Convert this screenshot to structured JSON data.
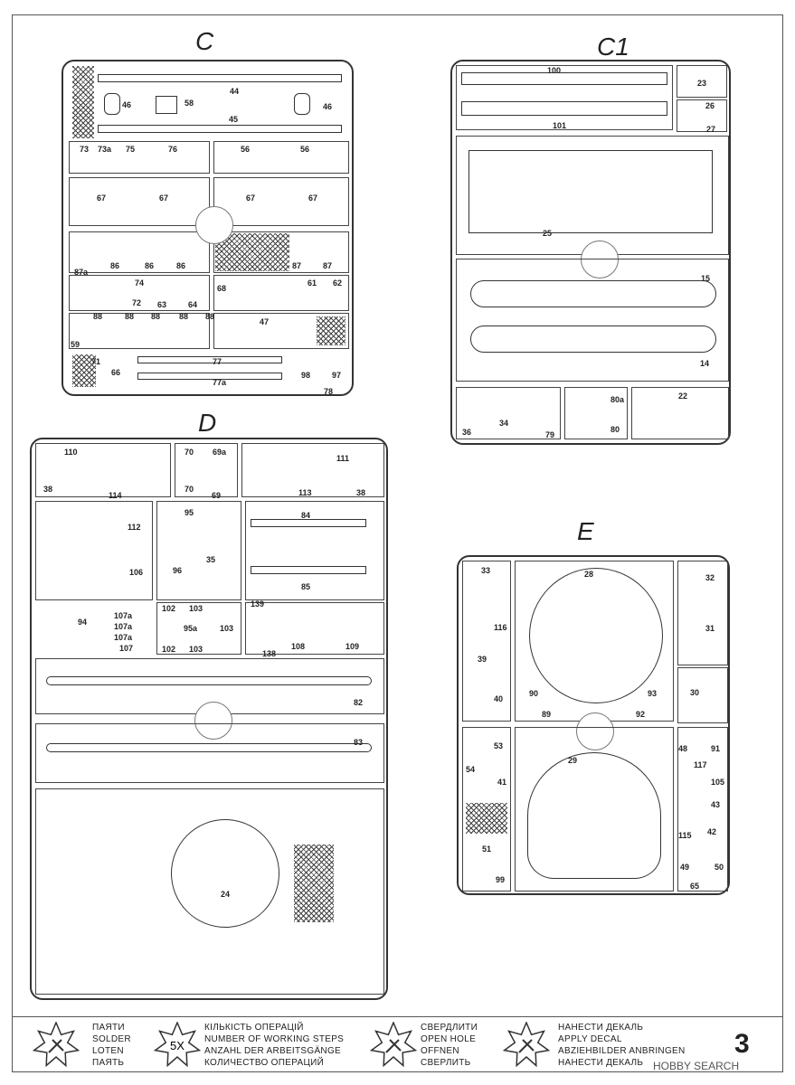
{
  "sheets": {
    "C": {
      "title": "C",
      "labels": [
        "44",
        "46",
        "58",
        "46",
        "45",
        "73",
        "73a",
        "75",
        "76",
        "56",
        "56",
        "67",
        "67",
        "67",
        "67",
        "86",
        "86",
        "86",
        "87",
        "87",
        "87a",
        "74",
        "72",
        "63",
        "64",
        "68",
        "61",
        "62",
        "88",
        "88",
        "88",
        "88",
        "88",
        "59",
        "47",
        "71",
        "66",
        "77",
        "77a",
        "98",
        "97",
        "78"
      ]
    },
    "C1": {
      "title": "C1",
      "labels": [
        "100",
        "101",
        "23",
        "26",
        "27",
        "25",
        "15",
        "14",
        "36",
        "34",
        "79",
        "80a",
        "80",
        "22"
      ]
    },
    "D": {
      "title": "D",
      "labels": [
        "110",
        "38",
        "114",
        "70",
        "70",
        "69a",
        "69",
        "113",
        "111",
        "38",
        "112",
        "95",
        "35",
        "84",
        "96",
        "106",
        "85",
        "94",
        "107a",
        "107a",
        "107a",
        "107",
        "102",
        "103",
        "95a",
        "102",
        "103",
        "103",
        "139",
        "138",
        "108",
        "109",
        "82",
        "83",
        "24"
      ]
    },
    "E": {
      "title": "E",
      "labels": [
        "33",
        "28",
        "32",
        "116",
        "31",
        "39",
        "40",
        "30",
        "90",
        "89",
        "93",
        "92",
        "53",
        "29",
        "48",
        "91",
        "117",
        "54",
        "41",
        "105",
        "43",
        "115",
        "42",
        "51",
        "49",
        "50",
        "99",
        "65"
      ]
    }
  },
  "legend": [
    {
      "icon": "solder-icon",
      "lines": [
        "ПАЯТИ",
        "SOLDER",
        "LOTEN",
        "ПАЯТЬ"
      ]
    },
    {
      "icon": "repeat-5x-icon",
      "badge": "5X",
      "lines": [
        "КІЛЬКІСТЬ ОПЕРАЦІЙ",
        "NUMBER OF WORKING STEPS",
        "ANZAHL DER ARBEITSGÄNGE",
        "КОЛИЧЕСТВО ОПЕРАЦИЙ"
      ]
    },
    {
      "icon": "drill-icon",
      "lines": [
        "СВЕРДЛИТИ",
        "OPEN HOLE",
        "OFFNEN",
        "СВЕРЛИТЬ"
      ]
    },
    {
      "icon": "decal-icon",
      "lines": [
        "НАНЕСТИ ДЕКАЛЬ",
        "APPLY DECAL",
        "ABZIEHBILDER ANBRINGEN",
        "НАНЕСТИ ДЕКАЛЬ"
      ]
    }
  ],
  "page_number": "3",
  "watermark": "HOBBY SEARCH"
}
